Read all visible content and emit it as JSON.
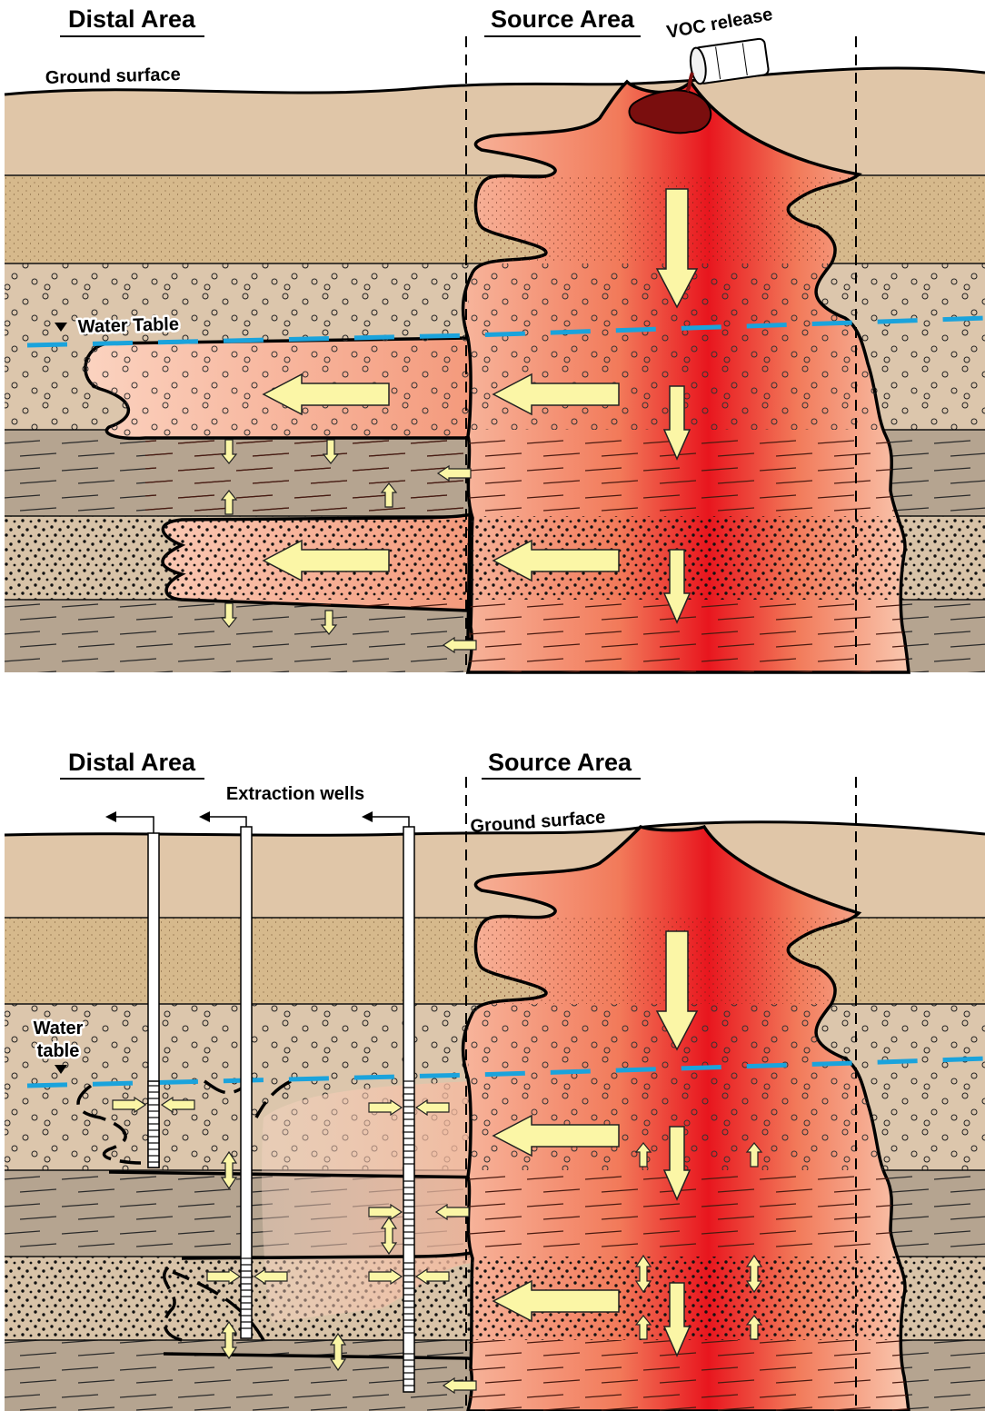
{
  "top_panel": {
    "distal_area_label": "Distal Area",
    "source_area_label": "Source Area",
    "ground_surface_label": "Ground surface",
    "voc_release_label": "VOC release",
    "water_table_label": "Water Table"
  },
  "bottom_panel": {
    "distal_area_label": "Distal Area",
    "source_area_label": "Source Area",
    "extraction_wells_label": "Extraction wells",
    "ground_surface_label": "Ground surface",
    "water_table_line1": "Water",
    "water_table_line2": "table"
  },
  "colors": {
    "topsoil": "#e0c6a8",
    "sandy_layer": "#d6b98c",
    "gravel_layer": "#dcc6ac",
    "clay_layer": "#b5a490",
    "coarse_sand_layer": "#d8c3a8",
    "plume_core": "#e8161e",
    "plume_edge": "#f7b59c",
    "water_table": "#1aa3dc",
    "flow_arrow": "#fbf6a6",
    "drum_spill": "#7a0e0e"
  }
}
